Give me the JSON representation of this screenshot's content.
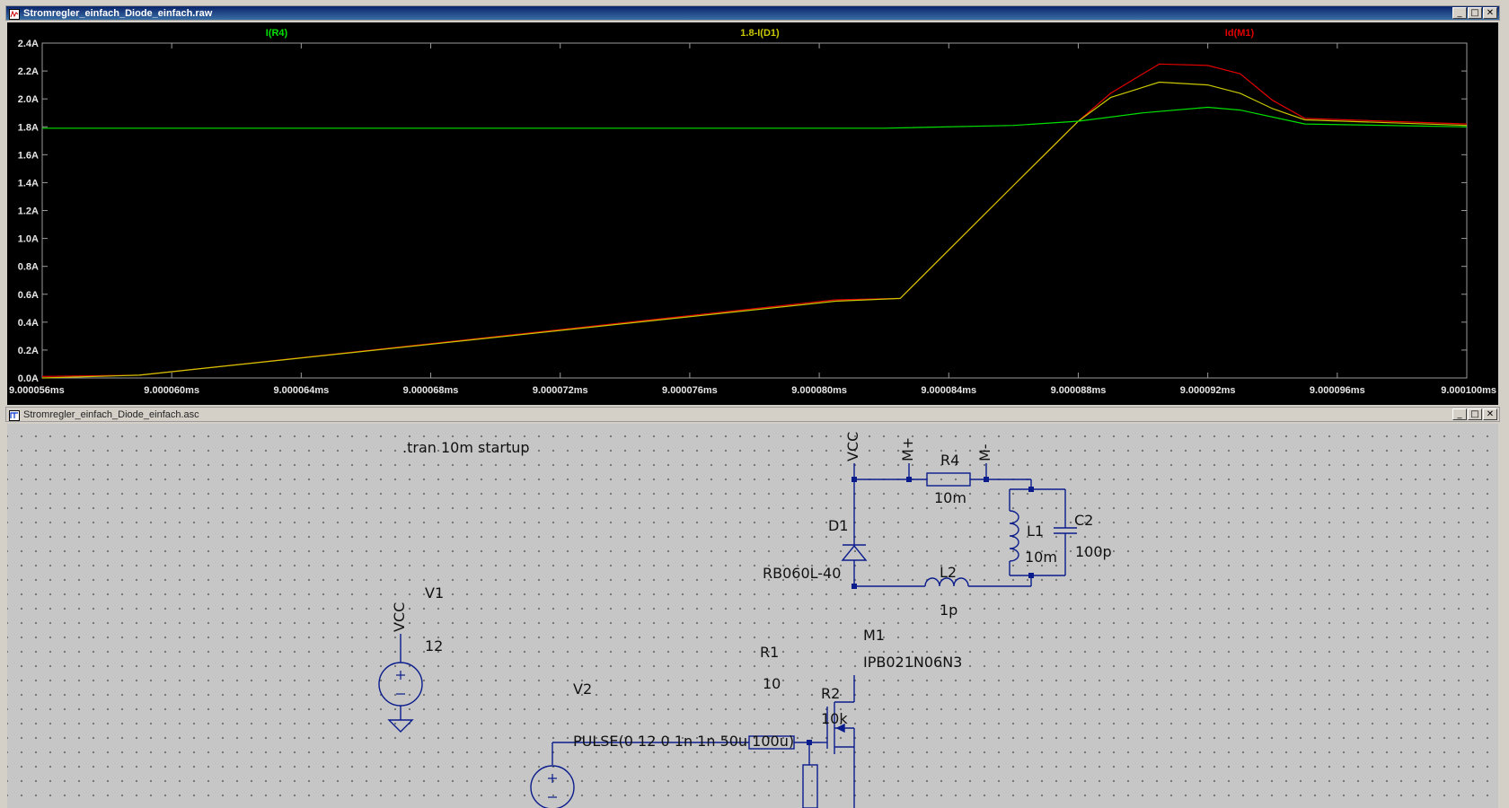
{
  "plot_window": {
    "title": "Stromregler_einfach_Diode_einfach.raw",
    "buttons": {
      "minimize": "_",
      "maximize": "□",
      "close": "✕"
    }
  },
  "schematic_window": {
    "title": "Stromregler_einfach_Diode_einfach.asc",
    "buttons": {
      "minimize": "_",
      "maximize": "□",
      "close": "✕"
    }
  },
  "chart_data": {
    "type": "line",
    "title": "",
    "xlabel": "",
    "ylabel": "",
    "xlim": [
      9.000056,
      9.0001
    ],
    "ylim": [
      0,
      2.4
    ],
    "grid": false,
    "x_ticks": [
      "9.000056ms",
      "9.000060ms",
      "9.000064ms",
      "9.000068ms",
      "9.000072ms",
      "9.000076ms",
      "9.000080ms",
      "9.000084ms",
      "9.000088ms",
      "9.000092ms",
      "9.000096ms",
      "9.000100ms"
    ],
    "y_ticks": [
      "0.0A",
      "0.2A",
      "0.4A",
      "0.6A",
      "0.8A",
      "1.0A",
      "1.2A",
      "1.4A",
      "1.6A",
      "1.8A",
      "2.0A",
      "2.2A",
      "2.4A"
    ],
    "legend_placement": "top",
    "series": [
      {
        "name": "I(R4)",
        "color": "#00e000",
        "x": [
          9.000056,
          9.00007,
          9.000082,
          9.000086,
          9.000088,
          9.00009,
          9.000092,
          9.000093,
          9.000095,
          9.0001
        ],
        "y": [
          1.79,
          1.79,
          1.79,
          1.81,
          1.84,
          1.9,
          1.94,
          1.92,
          1.82,
          1.8
        ]
      },
      {
        "name": "1.8-I(D1)",
        "color": "#c8c800",
        "x": [
          9.000056,
          9.000059,
          9.0000805,
          9.0000825,
          9.000086,
          9.000088,
          9.000089,
          9.0000905,
          9.000092,
          9.000093,
          9.000094,
          9.000095,
          9.0001
        ],
        "y": [
          0.0,
          0.02,
          0.55,
          0.57,
          1.38,
          1.84,
          2.01,
          2.12,
          2.1,
          2.04,
          1.93,
          1.85,
          1.81
        ]
      },
      {
        "name": "Id(M1)",
        "color": "#e00000",
        "x": [
          9.000056,
          9.000059,
          9.0000805,
          9.0000825,
          9.000086,
          9.000088,
          9.000089,
          9.0000905,
          9.000092,
          9.000093,
          9.000094,
          9.000095,
          9.0001
        ],
        "y": [
          0.01,
          0.02,
          0.56,
          0.57,
          1.38,
          1.84,
          2.04,
          2.25,
          2.24,
          2.18,
          1.99,
          1.86,
          1.82
        ]
      }
    ]
  },
  "schematic": {
    "directive": ".tran 10m startup",
    "labels": {
      "vcc_top": "VCC",
      "mplus": "M+",
      "mminus": "M-",
      "vcc_v1": "VCC",
      "r4_name": "R4",
      "r4_value": "10m",
      "c2_name": "C2",
      "c2_value": "100p",
      "l1_name": "L1",
      "l1_value": "10m",
      "d1_name": "D1",
      "d1_model": "RB060L-40",
      "l2_name": "L2",
      "l2_value": "1p",
      "m1_name": "M1",
      "m1_model": "IPB021N06N3",
      "r1_name": "R1",
      "r1_value": "10",
      "r2_name": "R2",
      "r2_value": "10k",
      "v1_name": "V1",
      "v1_value": "12",
      "v2_name": "V2",
      "v2_value": "PULSE(0 12 0 1n 1n 50u 100u)"
    }
  }
}
